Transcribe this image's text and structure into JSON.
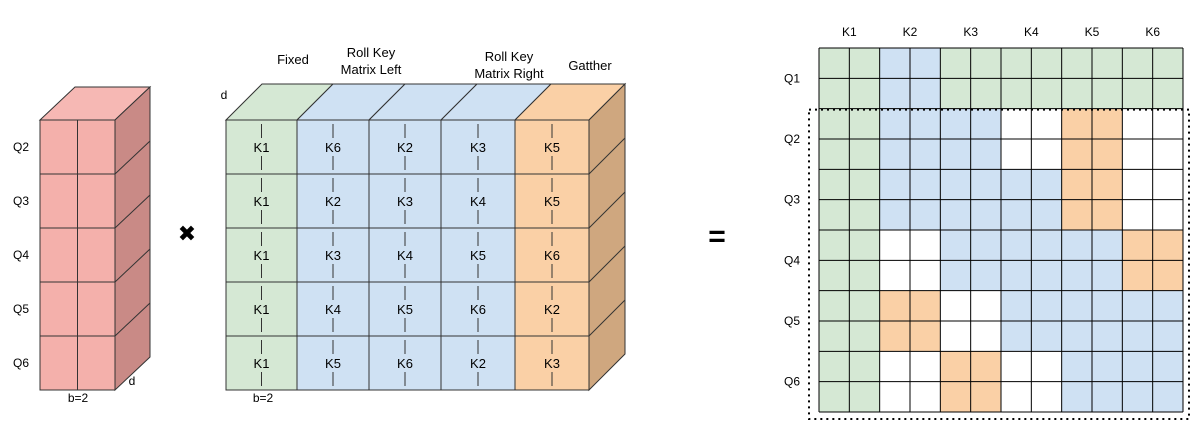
{
  "colors": {
    "red_front": "#f4b0ab",
    "red_top": "#f6b8b4",
    "red_side": "#c98a86",
    "green": "#d5e8d4",
    "blue": "#cfe1f3",
    "orange": "#fad0a6",
    "orange_side": "#cfa77f",
    "white": "#ffffff",
    "line": "#333333"
  },
  "left_block": {
    "rows": [
      "Q2",
      "Q3",
      "Q4",
      "Q5",
      "Q6"
    ],
    "bottom_label": "b=2",
    "depth_label": "d"
  },
  "operator_times": "✖",
  "operator_equals": "=",
  "middle_block": {
    "depth_label": "d",
    "bottom_label": "b=2",
    "headers": {
      "fixed": "Fixed",
      "roll_left": [
        "Roll Key",
        "Matrix Left"
      ],
      "roll_right": [
        "Roll Key",
        "Matrix Right"
      ],
      "gather": "Gatther"
    },
    "columns": [
      {
        "color": "green",
        "cells": [
          "K1",
          "K1",
          "K1",
          "K1",
          "K1"
        ]
      },
      {
        "color": "blue",
        "cells": [
          "K6",
          "K2",
          "K3",
          "K4",
          "K5"
        ]
      },
      {
        "color": "blue",
        "cells": [
          "K2",
          "K3",
          "K4",
          "K5",
          "K6"
        ]
      },
      {
        "color": "blue",
        "cells": [
          "K3",
          "K4",
          "K5",
          "K6",
          "K2"
        ]
      },
      {
        "color": "orange",
        "cells": [
          "K5",
          "K5",
          "K6",
          "K2",
          "K3"
        ]
      }
    ]
  },
  "result_matrix": {
    "col_labels": [
      "K1",
      "K2",
      "K3",
      "K4",
      "K5",
      "K6"
    ],
    "row_labels": [
      "Q1",
      "Q2",
      "Q3",
      "Q4",
      "Q5",
      "Q6"
    ],
    "cells": [
      [
        "G",
        "B",
        "G",
        "G",
        "G",
        "G"
      ],
      [
        "G",
        "B",
        "B",
        "W",
        "O",
        "W"
      ],
      [
        "G",
        "B",
        "B",
        "B",
        "O",
        "W"
      ],
      [
        "G",
        "W",
        "B",
        "B",
        "B",
        "O"
      ],
      [
        "G",
        "O",
        "W",
        "B",
        "B",
        "B"
      ],
      [
        "G",
        "W",
        "O",
        "W",
        "B",
        "B"
      ]
    ],
    "legend": {
      "G": "green",
      "B": "blue",
      "O": "orange",
      "W": "white"
    }
  }
}
